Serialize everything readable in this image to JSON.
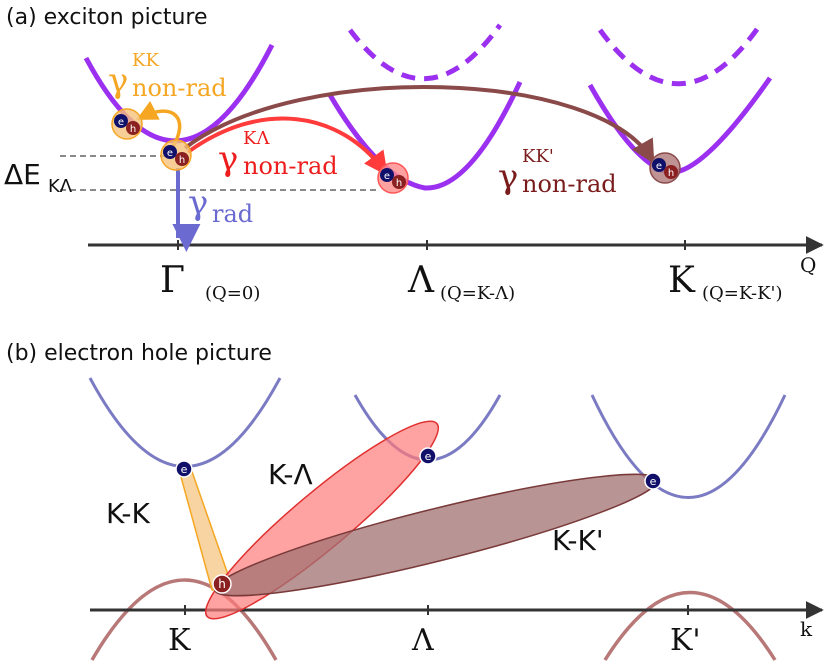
{
  "panel_a": {
    "title": "(a) exciton picture",
    "delta_e": "ΔE",
    "delta_e_sub": "KΛ",
    "gamma_kk_sup": "KK",
    "gamma_kk_sub": "non-rad",
    "gamma_kl_sup": "KΛ",
    "gamma_kl_sub": "non-rad",
    "gamma_kkp_sup": "KK'",
    "gamma_kkp_sub": "non-rad",
    "gamma_rad_sub": "rad",
    "gamma": "γ",
    "tick_gamma": "Γ",
    "tick_gamma_sub": "(Q=0)",
    "tick_lambda": "Λ",
    "tick_lambda_sub": "(Q=K-Λ)",
    "tick_k": "K",
    "tick_k_sub": "(Q=K-K')",
    "axis_label": "Q",
    "electron": "e",
    "hole": "h"
  },
  "panel_b": {
    "title": "(b) electron hole picture",
    "label_kk": "K-K",
    "label_kl": "K-Λ",
    "label_kkp": "K-K'",
    "tick_k": "K",
    "tick_lambda": "Λ",
    "tick_kp": "K'",
    "axis_label": "k",
    "electron": "e",
    "hole": "h"
  },
  "colors": {
    "exciton_band": "#9b30f0",
    "conduction_band": "#7b7bc4",
    "valence_band": "#b87878",
    "orange": "#f5a623",
    "red": "#ff3b3b",
    "dark_red": "#8b2d2d",
    "blue_arrow": "#6a6ad0",
    "particle": "#10106a"
  }
}
